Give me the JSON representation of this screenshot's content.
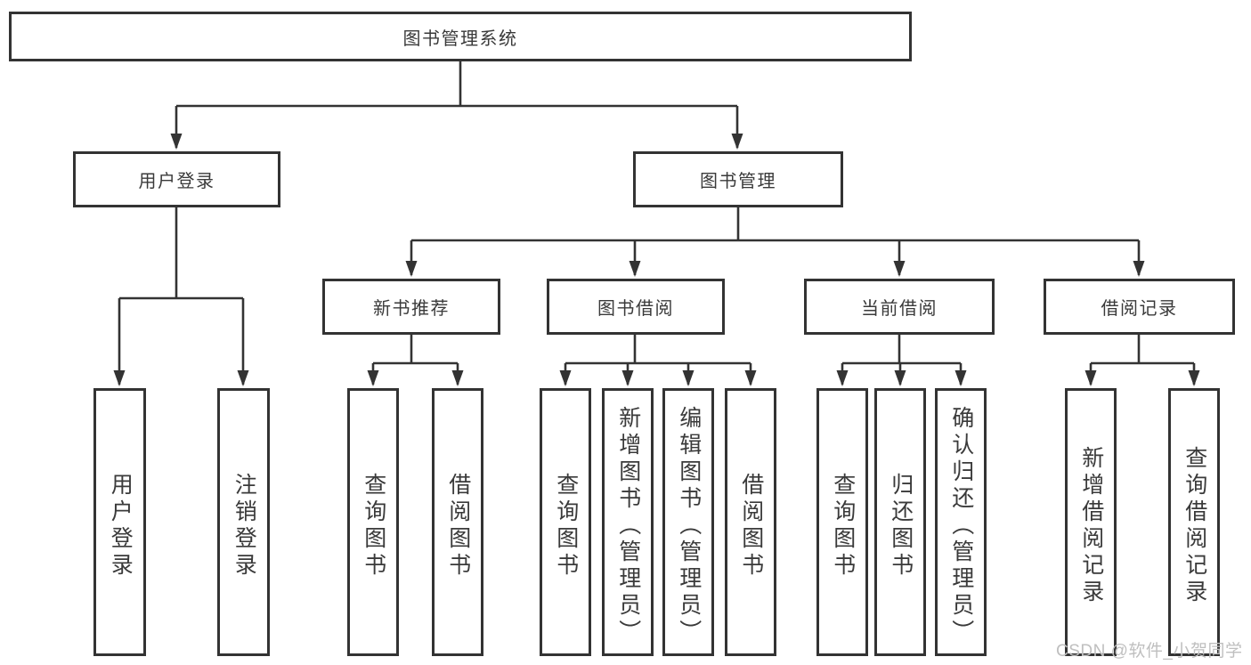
{
  "diagram_type": "hierarchy-tree",
  "colors": {
    "line": "#333333",
    "box_border": "#333333",
    "text": "#3a3a3a",
    "background": "#ffffff",
    "watermark_text": "#bfbfbf"
  },
  "tree": {
    "label": "图书管理系统",
    "children": [
      {
        "label": "用户登录",
        "children": [
          {
            "label": "用户登录"
          },
          {
            "label": "注销登录"
          }
        ]
      },
      {
        "label": "图书管理",
        "children": [
          {
            "label": "新书推荐",
            "children": [
              {
                "label": "查询图书"
              },
              {
                "label": "借阅图书"
              }
            ]
          },
          {
            "label": "图书借阅",
            "children": [
              {
                "label": "查询图书"
              },
              {
                "label": "新增图书（管理员）"
              },
              {
                "label": "编辑图书（管理员）"
              },
              {
                "label": "借阅图书"
              }
            ]
          },
          {
            "label": "当前借阅",
            "children": [
              {
                "label": "查询图书"
              },
              {
                "label": "归还图书"
              },
              {
                "label": "确认归还（管理员）"
              }
            ]
          },
          {
            "label": "借阅记录",
            "children": [
              {
                "label": "新增借阅记录"
              },
              {
                "label": "查询借阅记录"
              }
            ]
          }
        ]
      }
    ]
  },
  "watermark": {
    "text": "CSDN @软件_小贺同学"
  }
}
